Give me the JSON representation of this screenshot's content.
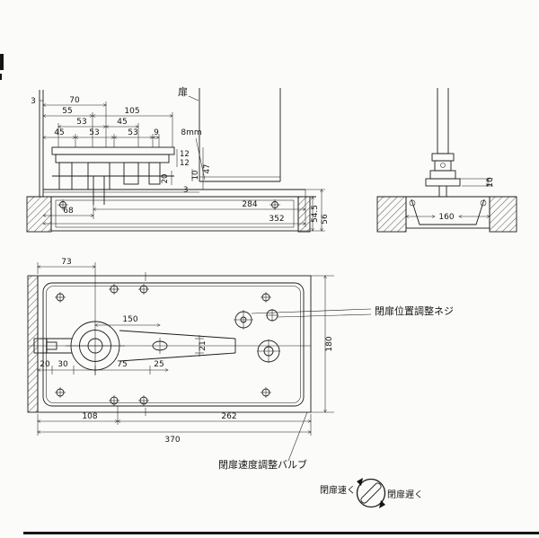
{
  "meta": {
    "paper_color": "#fbfbf9",
    "ink_color": "#1c1c1c"
  },
  "front": {
    "frame_gap": "3",
    "door_label": "扉",
    "door_gap": "8mm",
    "top_dims": [
      "70",
      "55",
      "105",
      "53",
      "45",
      "45",
      "53",
      "53",
      "9"
    ],
    "side_dims": [
      "12",
      "12",
      "20",
      "3",
      "10",
      "47"
    ],
    "bottom_dims": [
      "68",
      "284",
      "352",
      "54.5",
      "56"
    ]
  },
  "side": {
    "pivot_height": "10",
    "case_width": "160"
  },
  "plan": {
    "d73": "73",
    "d150": "150",
    "d21": "21",
    "d20": "20",
    "d30": "30",
    "d75": "75",
    "d25": "25",
    "d180": "180",
    "d108": "108",
    "d262": "262",
    "d370": "370"
  },
  "notes": {
    "screw": "閉扉位置調整ネジ",
    "valve": "閉扉速度調整バルブ",
    "fast": "閉扉速く",
    "slow": "閉扉遅く"
  }
}
